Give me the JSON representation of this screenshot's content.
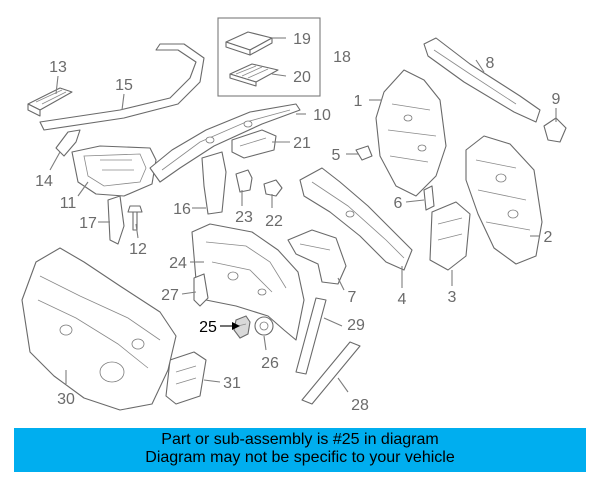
{
  "diagram": {
    "callouts": [
      "1",
      "2",
      "3",
      "4",
      "5",
      "6",
      "7",
      "8",
      "9",
      "10",
      "11",
      "12",
      "13",
      "14",
      "15",
      "16",
      "17",
      "18",
      "19",
      "20",
      "21",
      "22",
      "23",
      "24",
      "25",
      "26",
      "27",
      "28",
      "29",
      "30",
      "31"
    ],
    "highlighted_part": "25"
  },
  "banner": {
    "line1": "Part or sub-assembly is #25 in diagram",
    "line2": "Diagram may not be specific to your vehicle",
    "background_color": "#00aeef"
  }
}
